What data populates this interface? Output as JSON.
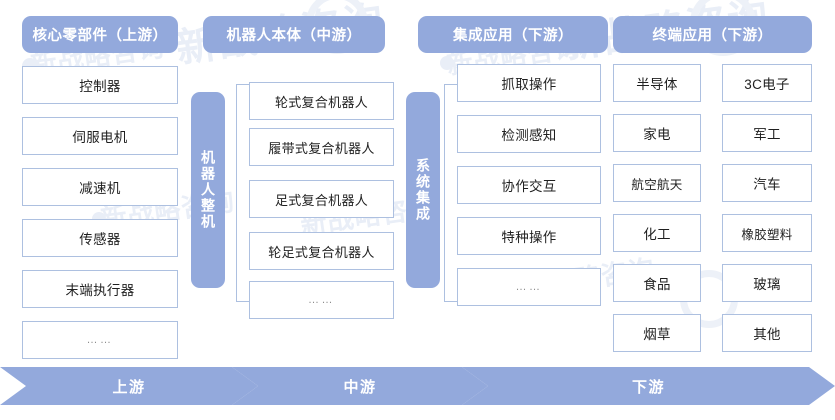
{
  "theme": {
    "accent": "#93a9dc",
    "box_border": "#adc0e0",
    "text": "#1f1f1f",
    "header_text": "#ffffff",
    "background": "#ffffff"
  },
  "columns": [
    {
      "id": "upstream-core-components",
      "header": "核心零部件（上游）",
      "items": [
        "控制器",
        "伺服电机",
        "减速机",
        "传感器",
        "末端执行器",
        "……"
      ]
    },
    {
      "id": "midstream-robot-body",
      "header": "机器人本体（中游）",
      "vertical_label": "机器人整机",
      "items": [
        "轮式复合机器人",
        "履带式复合机器人",
        "足式复合机器人",
        "轮足式复合机器人",
        "……"
      ]
    },
    {
      "id": "downstream-integrated-application",
      "header": "集成应用（下游）",
      "vertical_label": "系统集成",
      "items": [
        "抓取操作",
        "检测感知",
        "协作交互",
        "特种操作",
        "……"
      ]
    },
    {
      "id": "downstream-terminal-application",
      "header": "终端应用（下游）",
      "items_col1": [
        "半导体",
        "家电",
        "航空航天",
        "化工",
        "食品",
        "烟草"
      ],
      "items_col2": [
        "3C电子",
        "军工",
        "汽车",
        "橡胶塑料",
        "玻璃",
        "其他"
      ]
    }
  ],
  "flow_arrows": [
    {
      "id": "arrow-upstream",
      "label": "上游"
    },
    {
      "id": "arrow-midstream",
      "label": "中游"
    },
    {
      "id": "arrow-downstream",
      "label": "下游"
    }
  ],
  "watermarks": {
    "primary": "新战略咨询",
    "secondary": "新战略咨询"
  }
}
